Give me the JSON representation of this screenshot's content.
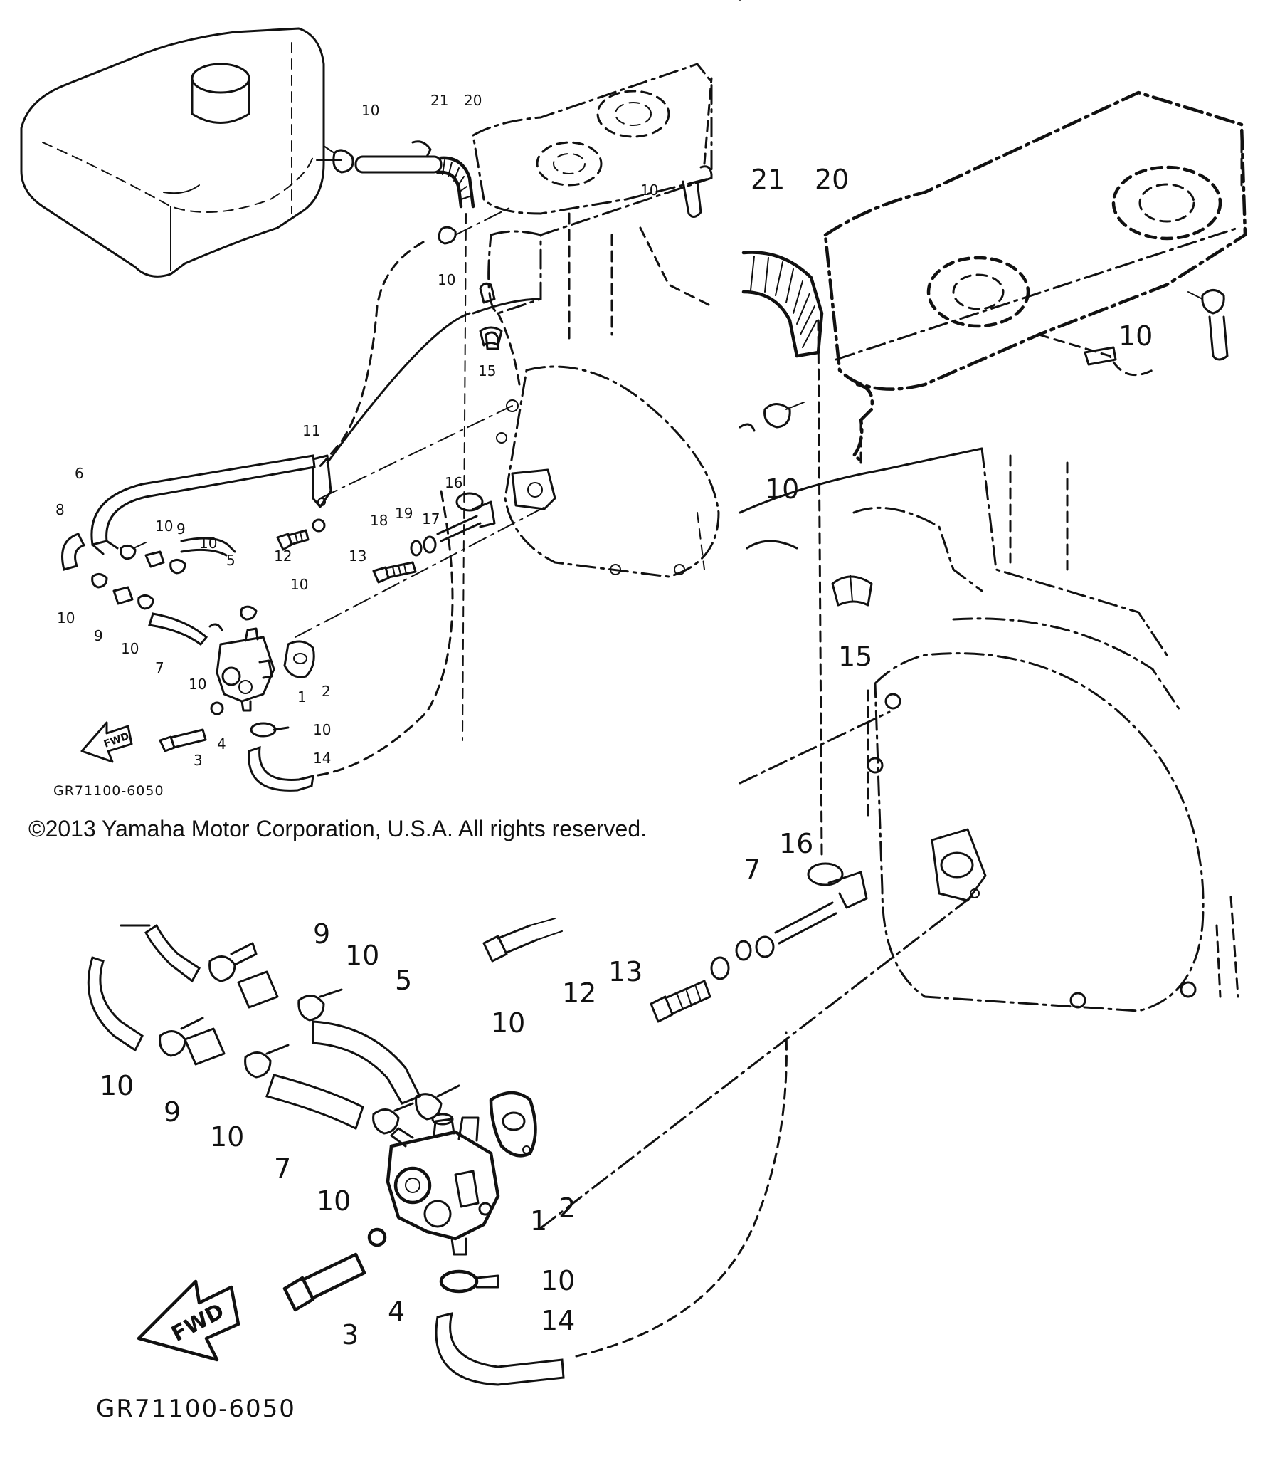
{
  "labels": {
    "one": "1",
    "two": "2",
    "three": "3",
    "four": "4",
    "five": "5",
    "six": "6",
    "seven": "7",
    "eight": "8",
    "nine": "9",
    "ten": "10",
    "eleven": "11",
    "twelve": "12",
    "thirteen": "13",
    "fourteen": "14",
    "fifteen": "15",
    "sixteen": "16",
    "seventeen": "17",
    "eighteen": "18",
    "nineteen": "19",
    "twenty": "20",
    "twentyone": "21"
  },
  "fwd": "FWD",
  "drawing_code": "GR71100-6050",
  "copyright": "©2013 Yamaha Motor Corporation, U.S.A. All rights reserved."
}
